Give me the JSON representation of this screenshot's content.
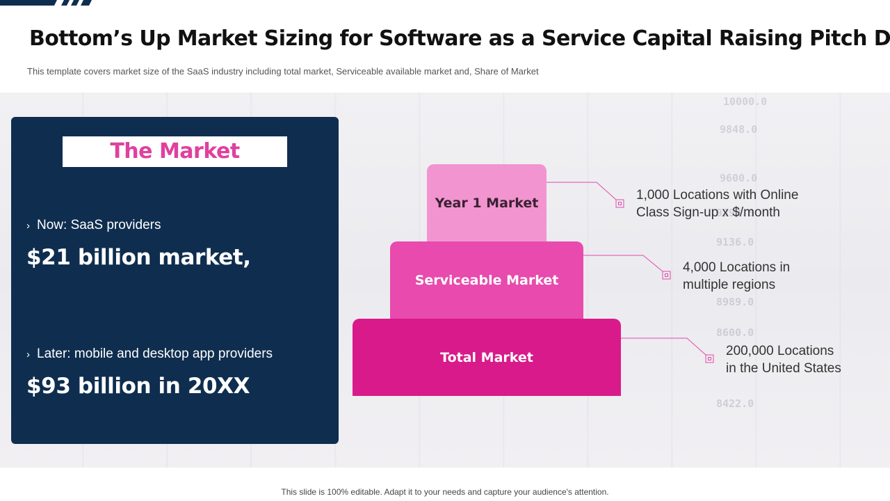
{
  "slide": {
    "title": "Bottom’s Up Market Sizing for Software as a Service Capital Raising Pitch Deck",
    "subtitle": "This template covers market size of the SaaS industry including total market, Serviceable available market and, Share of Market",
    "footer": "This slide is 100% editable. Adapt it to your needs and capture your audience's attention."
  },
  "market_panel": {
    "heading": "The Market",
    "now_label": "Now: SaaS providers",
    "now_value": "$21 billion market,",
    "later_label": "Later: mobile and desktop app providers",
    "later_value": "$93 billion in 20XX",
    "bullet_icon": "chevron-right-icon"
  },
  "pyramid": {
    "tiers": [
      {
        "label": "Year 1 Market",
        "description_line1": "1,000 Locations with Online",
        "description_line2": "Class Sign-up x $/month"
      },
      {
        "label": "Serviceable Market",
        "description_line1": "4,000 Locations in",
        "description_line2": "multiple regions"
      },
      {
        "label": "Total Market",
        "description_line1": "200,000 Locations",
        "description_line2": "in the United States"
      }
    ]
  },
  "background_ticker": [
    "10000.0",
    "9848.0",
    "9600.0",
    "9392.8",
    "9136.0",
    "8989.0",
    "8600.0",
    "8422.0"
  ],
  "colors": {
    "navy": "#0f2e4f",
    "pink_light": "#f294cf",
    "pink_mid": "#e84aae",
    "pink_dark": "#d91a8a",
    "accent_text": "#e0409e"
  }
}
